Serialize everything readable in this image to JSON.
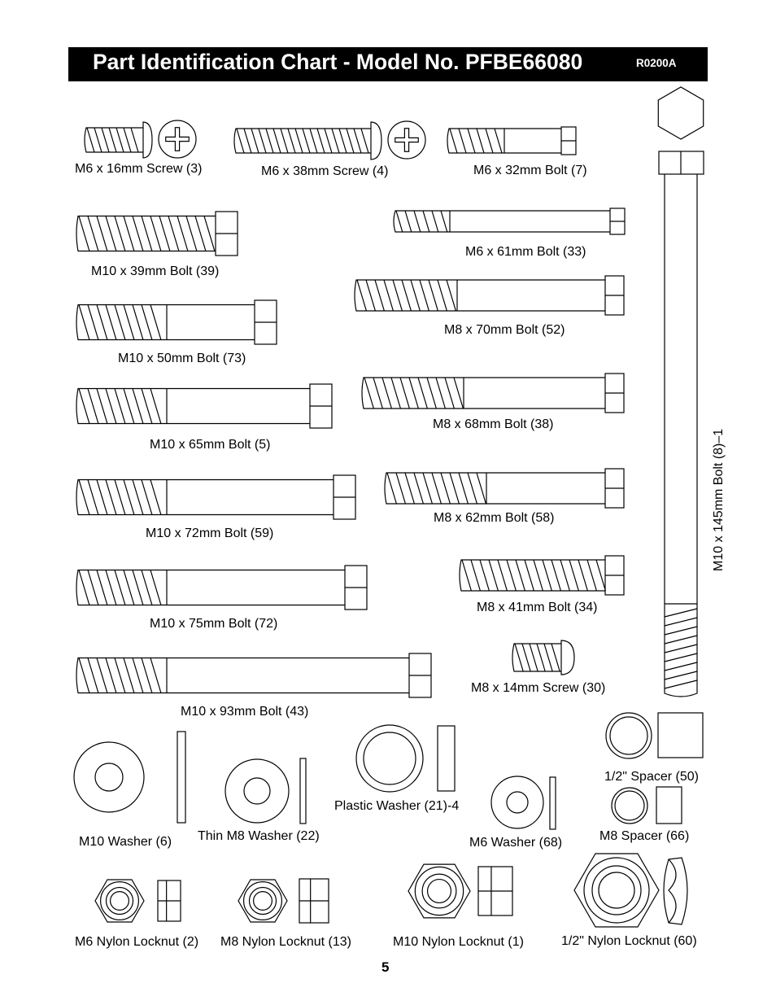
{
  "header": {
    "title": "Part Identification Chart - Model No. PFBE66080",
    "code": "R0200A"
  },
  "parts": {
    "screw_3": "M6 x 16mm Screw (3)",
    "screw_4": "M6 x 38mm Screw (4)",
    "bolt_7": "M6 x 32mm Bolt (7)",
    "bolt_39": "M10 x 39mm Bolt (39)",
    "bolt_33": "M6 x 61mm Bolt (33)",
    "bolt_52": "M8 x 70mm Bolt (52)",
    "bolt_73": "M10 x 50mm Bolt (73)",
    "bolt_38": "M8 x 68mm Bolt (38)",
    "bolt_5": "M10 x 65mm Bolt (5)",
    "bolt_58": "M8 x 62mm Bolt (58)",
    "bolt_59": "M10 x 72mm Bolt (59)",
    "bolt_34": "M8 x 41mm Bolt (34)",
    "bolt_72": "M10 x 75mm Bolt (72)",
    "screw_30": "M8 x 14mm Screw (30)",
    "bolt_43": "M10 x 93mm Bolt (43)",
    "bolt_8": "M10 x 145mm Bolt (8)–1",
    "spacer_50": "1/2\" Spacer (50)",
    "plastic_washer_21": "Plastic Washer (21)-4",
    "m10_washer_6": "M10 Washer (6)",
    "thin_m8_washer_22": "Thin M8 Washer (22)",
    "m6_washer_68": "M6 Washer (68)",
    "m8_spacer_66": "M8 Spacer (66)",
    "locknut_2": "M6 Nylon Locknut (2)",
    "locknut_13": "M8 Nylon Locknut (13)",
    "locknut_1": "M10 Nylon Locknut (1)",
    "locknut_60": "1/2\" Nylon Locknut (60)"
  },
  "page_number": "5"
}
